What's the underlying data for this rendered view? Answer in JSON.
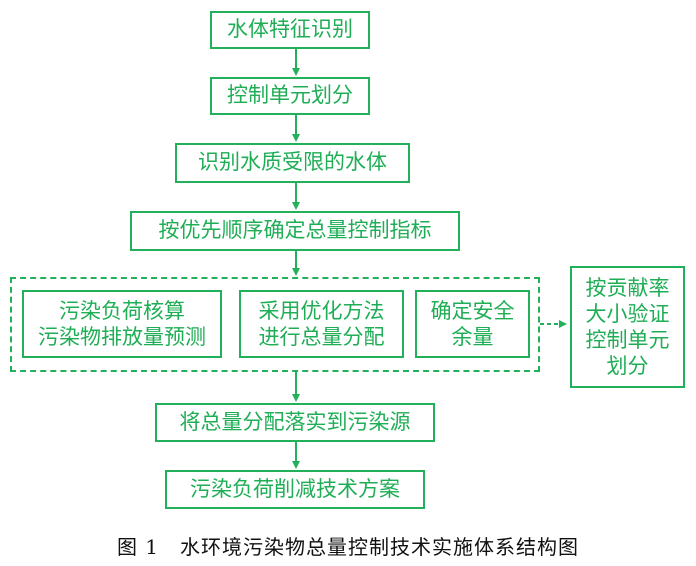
{
  "diagram": {
    "nodes": {
      "n1": "水体特征识别",
      "n2": "控制单元划分",
      "n3": "识别水质受限的水体",
      "n4": "按优先顺序确定总量控制指标",
      "sub1": [
        "污染负荷核算",
        "污染物排放量预测"
      ],
      "sub2": [
        "采用优化方法",
        "进行总量分配"
      ],
      "sub3": [
        "确定安全",
        "余量"
      ],
      "side": [
        "按贡献率",
        "大小验证",
        "控制单元",
        "划分"
      ],
      "n5": "将总量分配落实到污染源",
      "n6": "污染负荷削减技术方案"
    },
    "caption": "图 1　水环境污染物总量控制技术实施体系结构图",
    "colors": {
      "accent": "#22b05a",
      "text": "#1fae56",
      "caption": "#111111"
    }
  }
}
